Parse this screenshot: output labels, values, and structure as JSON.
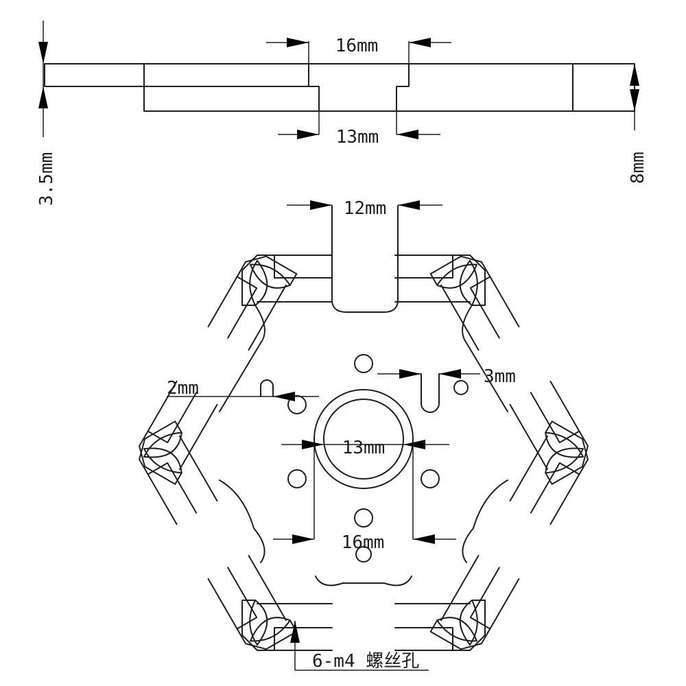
{
  "side_view": {
    "dim_top_width": "16mm",
    "dim_step_width": "13mm",
    "dim_thin_thickness": "3.5mm",
    "dim_total_thickness": "8mm"
  },
  "plan_view": {
    "dim_slot_width": "12mm",
    "dim_slot_hole": "3mm",
    "dim_small_hole": "2mm",
    "dim_bore_inner": "13mm",
    "dim_bore_outer": "16mm",
    "screw_note": "6-m4 螺丝孔"
  },
  "colors": {
    "line": "#1e1e1e",
    "background": "#ffffff"
  }
}
